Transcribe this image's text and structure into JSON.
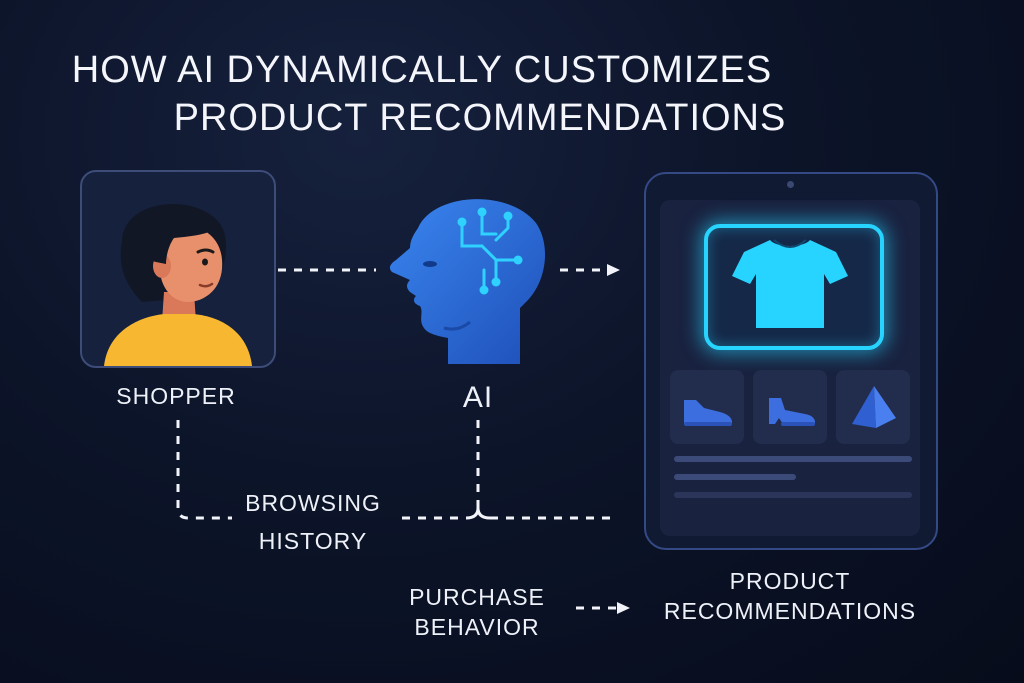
{
  "title": {
    "line1": "HOW AI DYNAMICALLY CUSTOMIZES",
    "line2": "PRODUCT RECOMMENDATIONS"
  },
  "nodes": {
    "shopper": "SHOPPER",
    "ai": "AI",
    "browsing_line1": "BROWSING",
    "browsing_line2": "HISTORY",
    "purchase_line1": "PURCHASE",
    "purchase_line2": "BEHAVIOR",
    "recommendations_line1": "PRODUCT",
    "recommendations_line2": "RECOMMENDATIONS"
  },
  "icons": [
    "shopper-avatar-icon",
    "ai-head-icon",
    "tshirt-icon",
    "sneaker-icon",
    "shoe-icon",
    "pyramid-icon"
  ],
  "colors": {
    "background": "#0c1429",
    "accent_cyan": "#27d4ff",
    "ai_blue": "#2f6fd8",
    "shopper_shirt": "#f7b731",
    "skin": "#e8906b"
  }
}
